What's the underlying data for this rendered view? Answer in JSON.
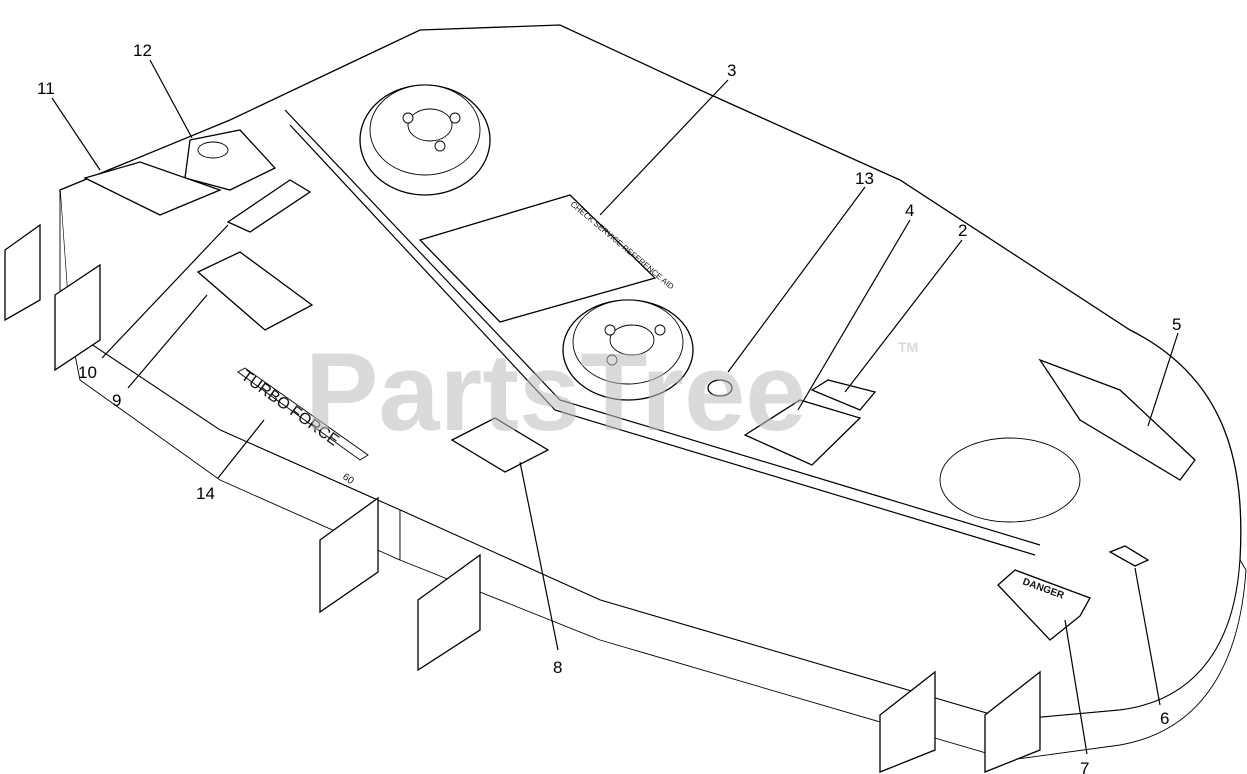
{
  "diagram": {
    "callouts": [
      {
        "id": "c1",
        "label": "11"
      },
      {
        "id": "c2",
        "label": "12"
      },
      {
        "id": "c3",
        "label": "3"
      },
      {
        "id": "c4",
        "label": "13"
      },
      {
        "id": "c5",
        "label": "4"
      },
      {
        "id": "c6",
        "label": "2"
      },
      {
        "id": "c7",
        "label": "5"
      },
      {
        "id": "c8",
        "label": "10"
      },
      {
        "id": "c9",
        "label": "9"
      },
      {
        "id": "c10",
        "label": "14"
      },
      {
        "id": "c11",
        "label": "8"
      },
      {
        "id": "c12",
        "label": "7"
      },
      {
        "id": "c13",
        "label": "6"
      }
    ],
    "deck_labels": {
      "turbo_force": "TURBO FORCE",
      "size": "60",
      "danger": "DANGER",
      "check_decal": "CHECK SERVICE REFERENCE AID"
    },
    "watermark": "PartsTree",
    "trademark": "TM"
  }
}
